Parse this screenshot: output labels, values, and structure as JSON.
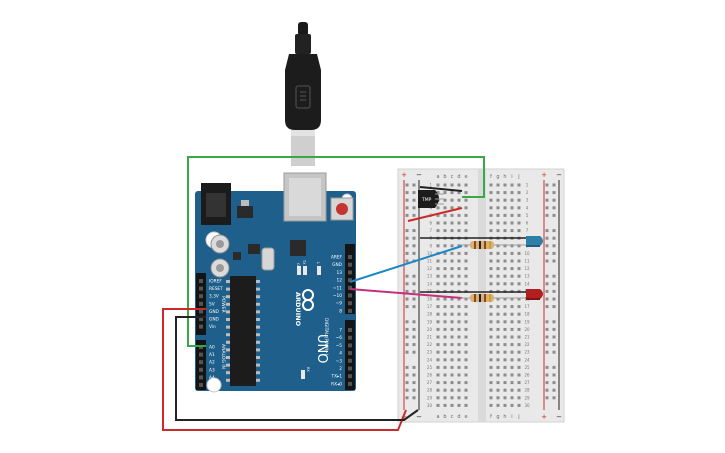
{
  "arduino": {
    "brand": "ARDUINO",
    "model": "UNO",
    "digital_caption": "DIGITAL (PWM~)",
    "power_caption": "POWER",
    "analog_caption": "ANALOG IN",
    "power_pins": [
      "IOREF",
      "RESET",
      "3.3V",
      "5V",
      "GND",
      "GND",
      "Vin"
    ],
    "analog_pins": [
      "A0",
      "A1",
      "A2",
      "A3",
      "A4",
      "A5"
    ],
    "digital_top": [
      "AREF",
      "GND",
      "13",
      "12",
      "~11",
      "~10",
      "~9",
      "8"
    ],
    "digital_bottom": [
      "7",
      "~6",
      "~5",
      "4",
      "~3",
      "2",
      "TX▸1",
      "RX◂0"
    ],
    "on_label": "ON",
    "l_label": "L",
    "tx_label": "TX",
    "rx_label": "RX"
  },
  "breadboard": {
    "plus": "+",
    "minus": "−",
    "col_left": [
      "a",
      "b",
      "c",
      "d",
      "e"
    ],
    "col_right": [
      "f",
      "g",
      "h",
      "i",
      "j"
    ],
    "rows": [
      "1",
      "2",
      "3",
      "4",
      "5",
      "6",
      "7",
      "8",
      "9",
      "10",
      "11",
      "12",
      "13",
      "14",
      "15",
      "16",
      "17",
      "18",
      "19",
      "20",
      "21",
      "22",
      "23",
      "24",
      "25",
      "26",
      "27",
      "28",
      "29",
      "30"
    ]
  },
  "sensor": {
    "label": "TMP"
  },
  "colors": {
    "board": "#1e5f8c",
    "wire_green": "#3aa846",
    "wire_red": "#cc2a2a",
    "wire_black": "#222222",
    "wire_blue": "#1e88c7",
    "wire_magenta": "#c2307e",
    "led_blue": "#2d7fa6",
    "led_red": "#b21f1f"
  }
}
